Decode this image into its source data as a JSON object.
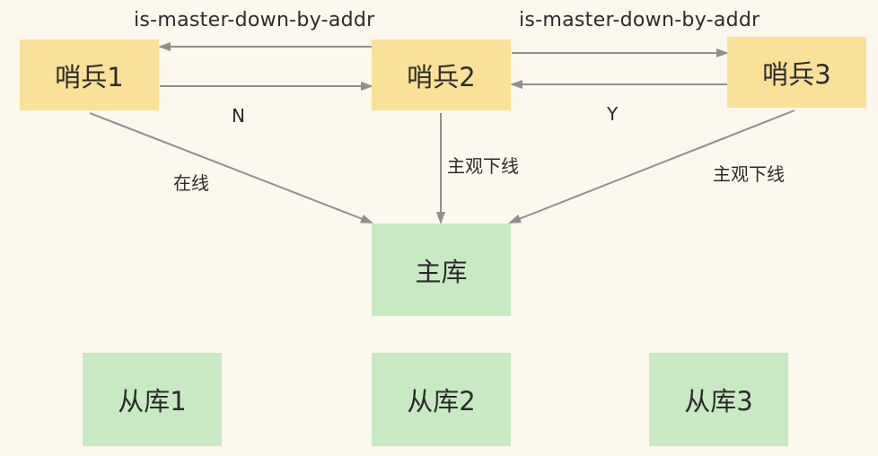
{
  "nodes": {
    "sentinel1": "哨兵1",
    "sentinel2": "哨兵2",
    "sentinel3": "哨兵3",
    "master": "主库",
    "replica1": "从库1",
    "replica2": "从库2",
    "replica3": "从库3"
  },
  "edges": {
    "top_left": "is-master-down-by-addr",
    "top_right": "is-master-down-by-addr",
    "reply_left": "N",
    "reply_right": "Y",
    "sentinel1_to_master": "在线",
    "sentinel2_to_master": "主观下线",
    "sentinel3_to_master": "主观下线"
  },
  "colors": {
    "background": "#fcf8ee",
    "sentinel": "#fbe09a",
    "database": "#c8eac3",
    "edge": "#8f8f8f",
    "text": "#2b2b2b"
  }
}
